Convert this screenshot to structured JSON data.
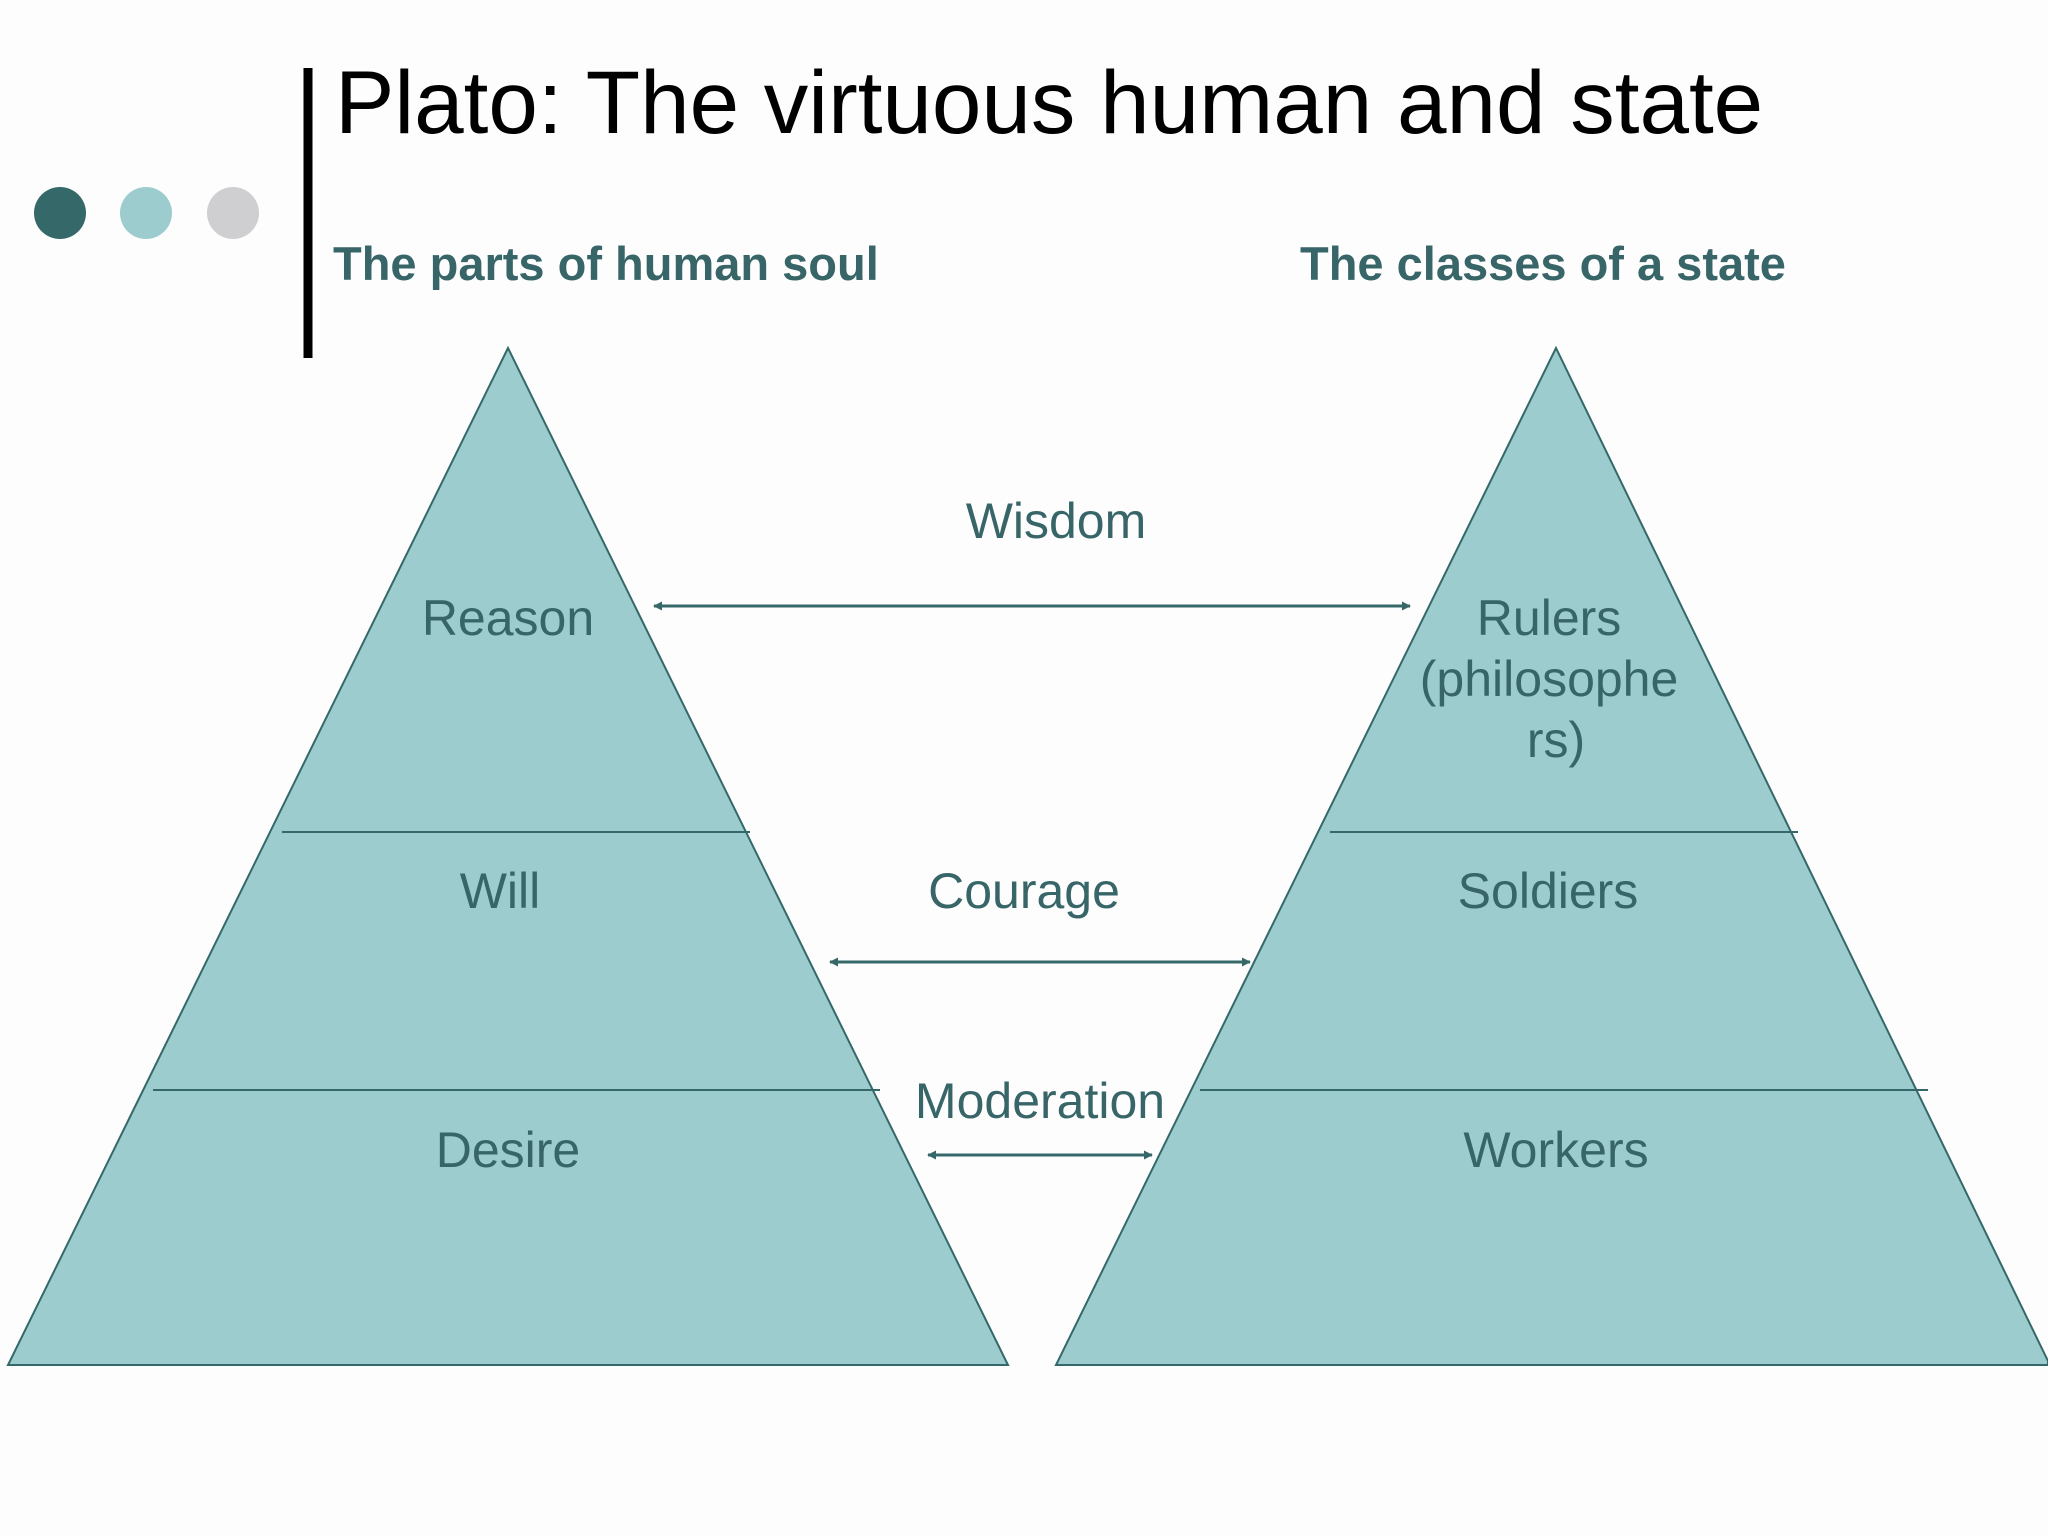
{
  "slide": {
    "title": "Plato: The virtuous human and state",
    "dots": [
      {
        "name": "dark-teal",
        "color": "#356869"
      },
      {
        "name": "light-teal",
        "color": "#9ccccd"
      },
      {
        "name": "gray",
        "color": "#cfcfd1"
      }
    ]
  },
  "soul": {
    "heading": "The parts of human soul",
    "parts": [
      "Reason",
      "Will",
      "Desire"
    ]
  },
  "state": {
    "heading": "The classes of a state",
    "classes": {
      "rulers": [
        "Rulers",
        "(philosophe",
        "rs)"
      ],
      "soldiers": "Soldiers",
      "workers": "Workers"
    }
  },
  "virtues": [
    "Wisdom",
    "Courage",
    "Moderation"
  ],
  "colors": {
    "fill": "#9ccccd",
    "stroke": "#356869",
    "text": "#386668"
  }
}
